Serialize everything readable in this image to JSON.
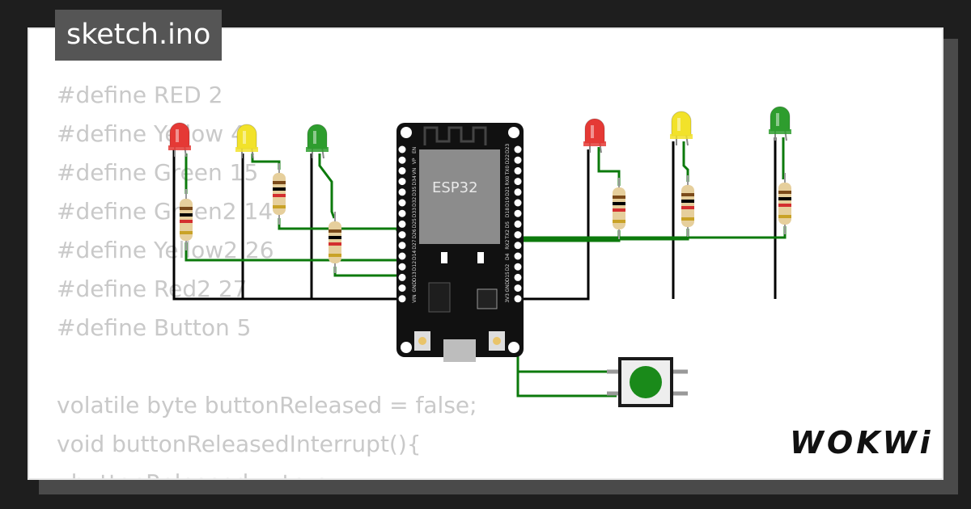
{
  "editor": {
    "file_tab": "sketch.ino",
    "code_lines": [
      "#define RED 2",
      "#define Yellow 4",
      "#define Green 15",
      "#define Green2 14",
      "#define Yellow2 26",
      "#define Red2 27",
      "#define Button 5",
      "",
      "volatile byte buttonReleased = false;",
      "void buttonReleasedInterrupt(){",
      "  buttonReleased = true;"
    ]
  },
  "board": {
    "chip_label": "ESP32",
    "left_pins": [
      "EN",
      "VP",
      "VN",
      "D34",
      "D35",
      "D32",
      "D33",
      "D25",
      "D26",
      "D27",
      "D14",
      "D12",
      "D13",
      "GND",
      "VIN"
    ],
    "right_pins": [
      "D23",
      "D22",
      "TX0",
      "RX0",
      "D21",
      "D19",
      "D18",
      "D5",
      "TX2",
      "RX2",
      "D4",
      "D2",
      "D15",
      "GND",
      "3V3"
    ]
  },
  "leds": [
    {
      "name": "left-red-led",
      "color": "#e53935"
    },
    {
      "name": "left-yellow-led",
      "color": "#f2e22a"
    },
    {
      "name": "left-green-led",
      "color": "#2e9d2e"
    },
    {
      "name": "right-red-led",
      "color": "#e53935"
    },
    {
      "name": "right-yellow-led",
      "color": "#f2e22a"
    },
    {
      "name": "right-green-led",
      "color": "#2e9d2e"
    }
  ],
  "button": {
    "cap_color": "#1a8a1a"
  },
  "brand": {
    "logo": "WOKWi"
  },
  "colors": {
    "wire_signal": "#0c7a0c",
    "wire_ground": "#000000",
    "code_text": "#c9c9c9"
  }
}
